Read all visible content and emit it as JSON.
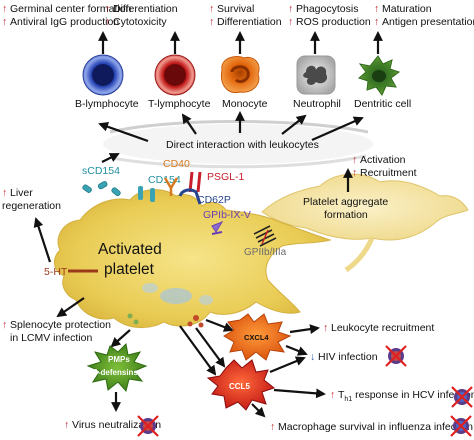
{
  "effects": {
    "b_cell": [
      "Germinal center formation",
      "Antiviral IgG production"
    ],
    "t_cell": [
      "Differentiation",
      "Cytotoxicity"
    ],
    "monocyte": [
      "Survival",
      "Differentiation"
    ],
    "neutrophil": [
      "Phagocytosis",
      "ROS production"
    ],
    "dendritic": [
      "Maturation",
      "Antigen presentation"
    ]
  },
  "cells": {
    "b": "B-lymphocyte",
    "t": "T-lymphocyte",
    "mono": "Monocyte",
    "neut": "Neutrophil",
    "dc": "Dentritic cell"
  },
  "direct_interaction": "Direct interaction with leukocytes",
  "molecules": {
    "scd154": "sCD154",
    "cd40": "CD40",
    "cd154": "CD154",
    "psgl1": "PSGL-1",
    "cd62p": "CD62P",
    "gpib": "GPIb-IX-V",
    "gpiib": "GPIIb/IIIa",
    "ht5": "5-HT"
  },
  "platelet": {
    "line1": "Activated",
    "line2": "platelet"
  },
  "aggregate": {
    "effects": [
      "Activation",
      "Recruitment"
    ],
    "line1": "Platelet aggregate",
    "line2": "formation"
  },
  "liver": {
    "line1": "Liver",
    "line2": "regeneration"
  },
  "splenocyte": {
    "line1": "Splenocyte protection",
    "line2": "in LCMV infection"
  },
  "pmps": {
    "line1": "PMPs",
    "line2": "β-defensins"
  },
  "virus_neutralization": "Virus neutralization",
  "cxcl4": "CXCL4",
  "ccl5": "CCL5",
  "leukocyte_recruitment": "Leukocyte recruitment",
  "hiv": "HIV infection",
  "th1": {
    "t": "T",
    "sub": "h1",
    "rest": " response in HCV infection"
  },
  "macrophage": "Macrophage survival in influenza infection",
  "colors": {
    "up_arrow": "#c0282e",
    "down_arrow": "#2a5ea8",
    "platelet": "#f0d66b"
  }
}
